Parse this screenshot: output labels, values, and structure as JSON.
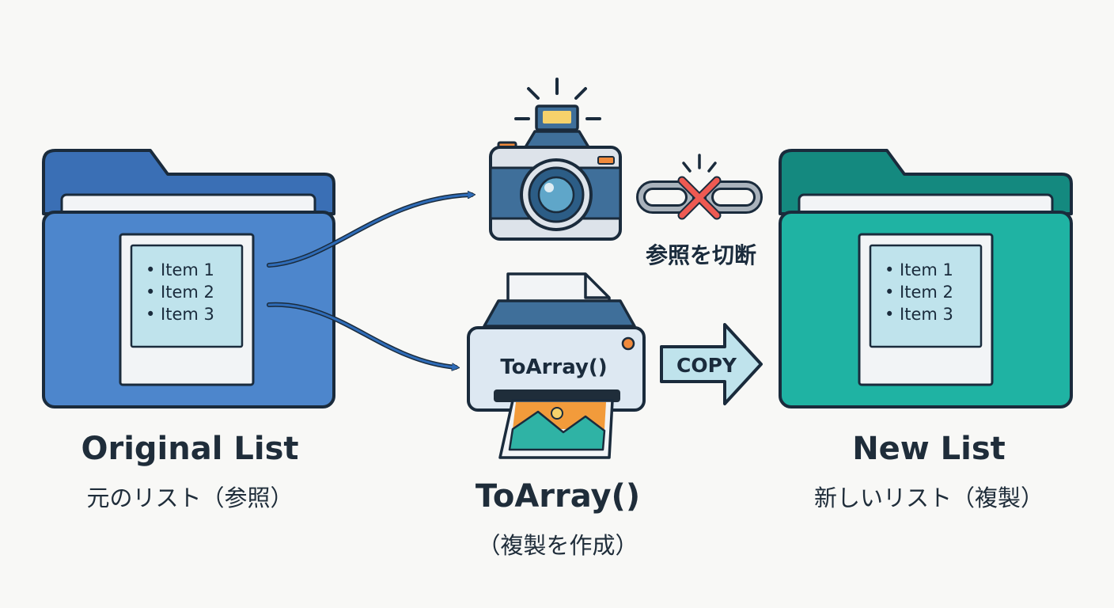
{
  "original": {
    "items": [
      "• Item 1",
      "• Item 2",
      "• Item 3"
    ],
    "title": "Original List",
    "subtitle": "元のリスト（参照）",
    "color": "#3f7fc6"
  },
  "process": {
    "printer_label": "ToArray()",
    "copy_label": "COPY",
    "broken_label": "参照を切断",
    "title": "ToArray()",
    "subtitle": "（複製を作成）"
  },
  "new_list": {
    "items": [
      "• Item 1",
      "• Item 2",
      "• Item 3"
    ],
    "title": "New List",
    "subtitle": "新しいリスト（複製）",
    "color": "#1aa89a"
  },
  "icons": {
    "folder_left": "folder-icon",
    "camera": "camera-icon",
    "broken_link": "broken-link-icon",
    "printer": "printer-icon",
    "folder_right": "folder-icon"
  }
}
